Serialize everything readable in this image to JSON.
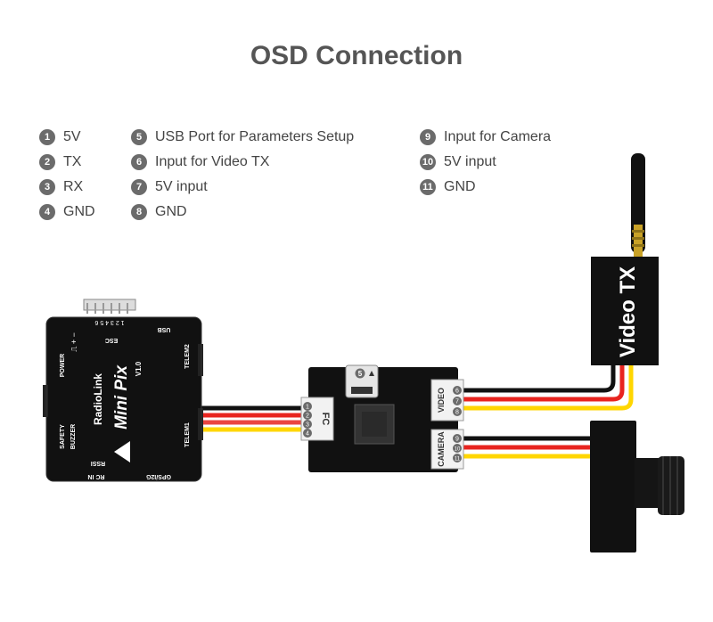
{
  "title": "OSD Connection",
  "legend": [
    {
      "n": "1",
      "label": "5V"
    },
    {
      "n": "2",
      "label": "TX"
    },
    {
      "n": "3",
      "label": "RX"
    },
    {
      "n": "4",
      "label": "GND"
    },
    {
      "n": "5",
      "label": "USB Port for Parameters Setup"
    },
    {
      "n": "6",
      "label": "Input for Video TX"
    },
    {
      "n": "7",
      "label": "5V input"
    },
    {
      "n": "8",
      "label": "GND"
    },
    {
      "n": "9",
      "label": "Input for Camera"
    },
    {
      "n": "10",
      "label": "5V input"
    },
    {
      "n": "11",
      "label": "GND"
    }
  ],
  "fc_board": {
    "brand": "RadioLink",
    "model": "Mini Pix",
    "version": "V1.0",
    "pins": "1 2 3 4 5 6",
    "esc": "ESC",
    "usb": "USB",
    "pwm": "⎍ + −",
    "power": "POWER",
    "telem2": "TELEM2",
    "telem1": "TELEM1",
    "safety": "SAFETY",
    "buzzer": "BUZZER",
    "rssi": "RSSI",
    "rc_in": "RC IN",
    "gps": "GPS/I2G"
  },
  "osd_board": {
    "fc_label": "FC",
    "video_label": "VIDEO",
    "camera_label": "CAMERA",
    "usb_num": "5",
    "fc_pins": [
      "1",
      "2",
      "3",
      "4"
    ],
    "video_pins": [
      "6",
      "7",
      "8"
    ],
    "camera_pins": [
      "9",
      "10",
      "11"
    ]
  },
  "video_tx": {
    "label": "Video TX"
  },
  "colors": {
    "wire_black": "#111111",
    "wire_red": "#e8241f",
    "wire_yellow": "#ffd600",
    "board": "#111111",
    "text": "#555555"
  }
}
